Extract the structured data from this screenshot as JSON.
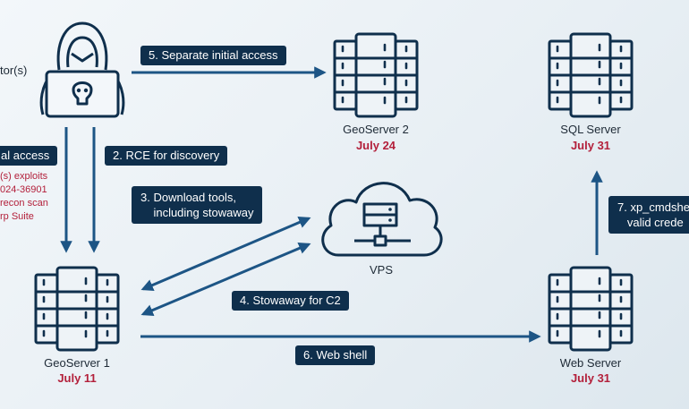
{
  "actor": {
    "label": "tor(s)"
  },
  "steps": {
    "s1": "al access",
    "s2": "2. RCE for discovery",
    "s3": "3. Download tools,\n    including stowaway",
    "s4": "4. Stowaway for C2",
    "s5": "5. Separate initial access",
    "s6": "6. Web shell",
    "s7": "7. xp_cmdshe\n   valid crede"
  },
  "step1_note": "(s) exploits\n024-36901\nrecon scan\nrp Suite",
  "nodes": {
    "geoserver1": {
      "name": "GeoServer 1",
      "date": "July 11"
    },
    "geoserver2": {
      "name": "GeoServer 2",
      "date": "July 24"
    },
    "vps": {
      "name": "VPS"
    },
    "sqlserver": {
      "name": "SQL Server",
      "date": "July 31"
    },
    "webserver": {
      "name": "Web Server",
      "date": "July 31"
    }
  },
  "colors": {
    "navy": "#0f2f4c",
    "arrow": "#1d5585",
    "date_red": "#b3203b"
  }
}
